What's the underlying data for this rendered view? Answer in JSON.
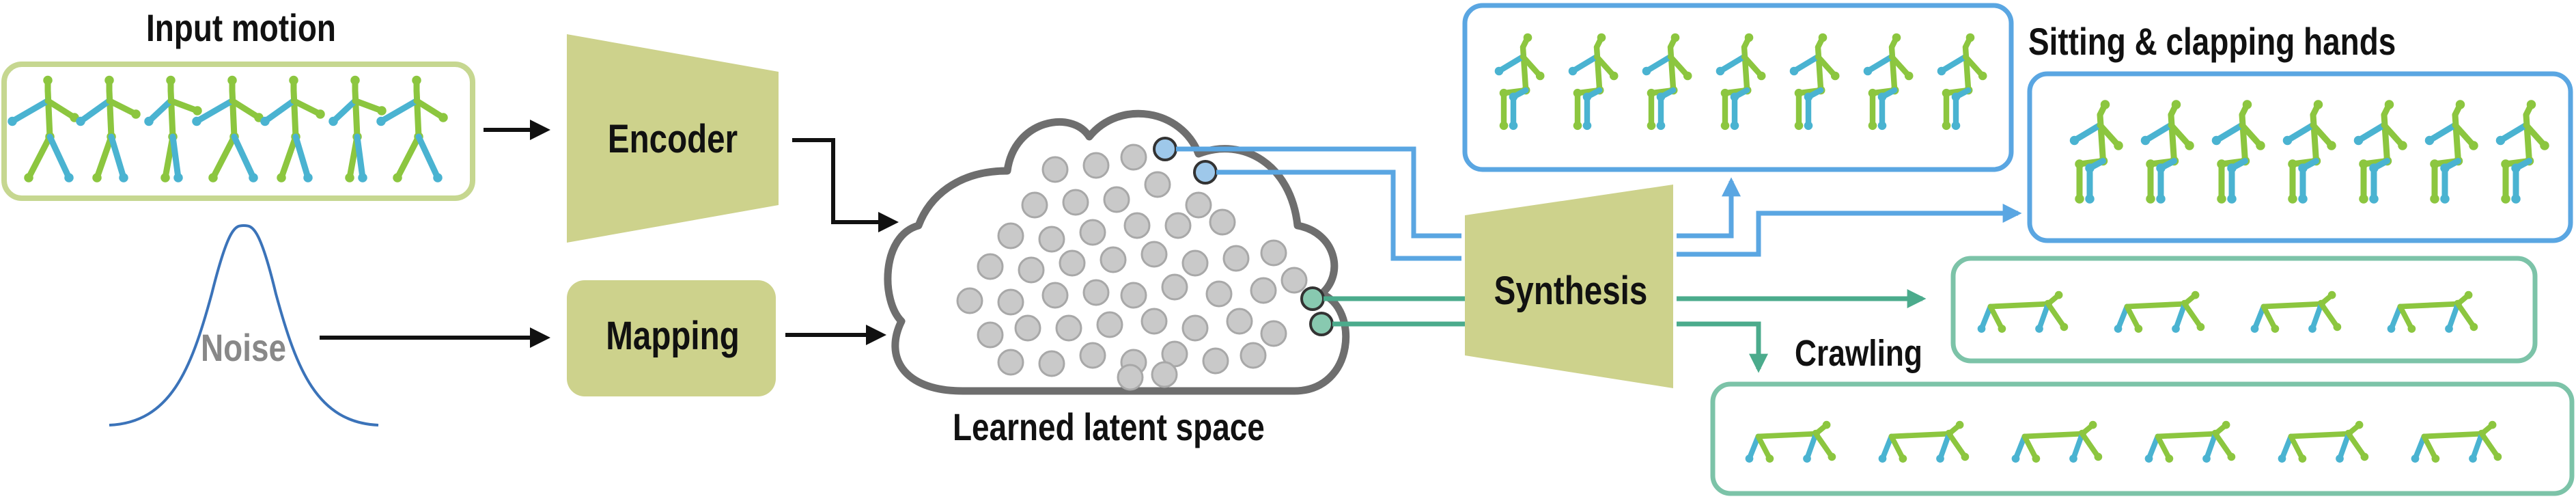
{
  "labels": {
    "input_motion": "Input motion",
    "noise": "Noise",
    "encoder": "Encoder",
    "mapping": "Mapping",
    "latent_space": "Learned latent space",
    "synthesis": "Synthesis",
    "sitting": "Sitting & clapping hands",
    "crawling": "Crawling"
  },
  "colors": {
    "block_fill": "#cdd28c",
    "input_frame": "#c6d790",
    "blue": "#5aa6e2",
    "teal": "#4bab8c",
    "teal_frame": "#7cc3a8",
    "skeleton_green": "#8cc63f",
    "skeleton_blue": "#4ab3d1",
    "skeleton_yellow": "#e8d84a",
    "latent_dot": "#c9c9c9",
    "cloud_stroke": "#6e6e6e",
    "noise_curve": "#3b73b9"
  },
  "icons": {
    "cloud": "cloud-shape",
    "gaussian": "bell-curve-icon",
    "skeleton": "stick-figure-icon"
  }
}
